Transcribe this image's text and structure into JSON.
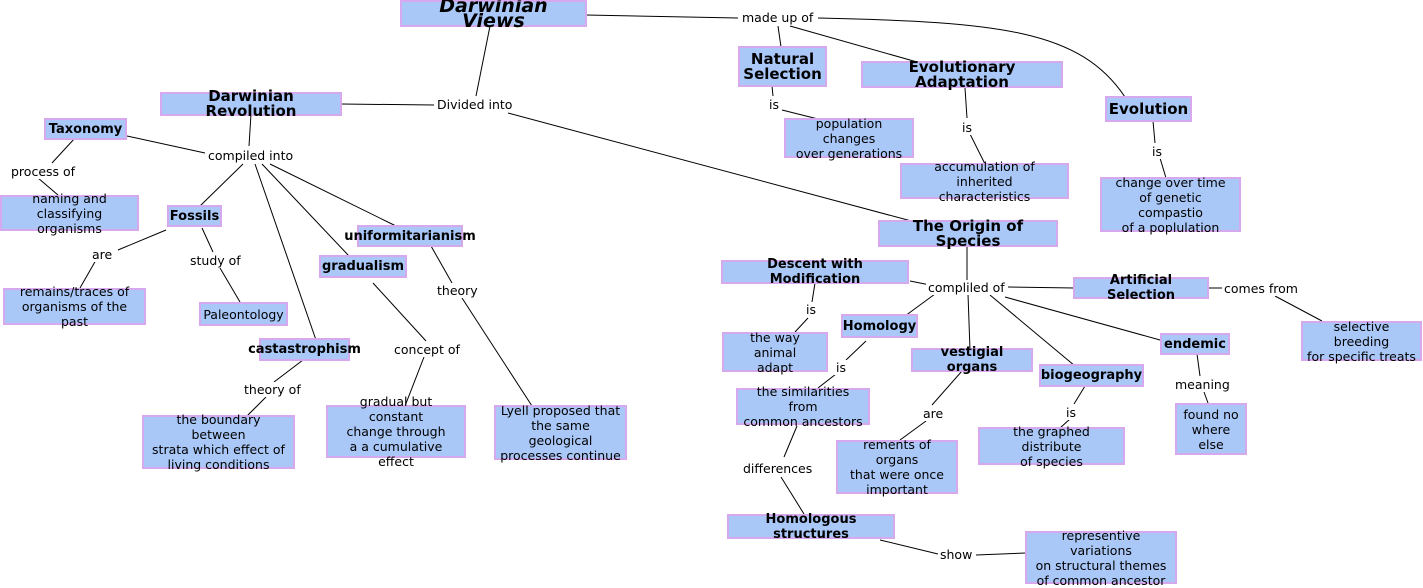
{
  "nodes": {
    "darwinian_views": "Darwinian Views",
    "darwinian_revolution": "Darwinian Revolution",
    "taxonomy": "Taxonomy",
    "naming": "naming and\nclassifying organisms",
    "fossils": "Fossils",
    "remains": "remains/traces of\norganisms of the past",
    "paleontology": "Paleontology",
    "uniformitarianism": "uniformitarianism",
    "gradualism": "gradualism",
    "catastrophism": "castastrophism",
    "boundary": "the boundary between\nstrata which effect of\nliving conditions",
    "gradual_change": "gradual but constant\nchange through\na a cumulative effect",
    "lyell": "Lyell proposed that\nthe same geological\nprocesses continue",
    "natural_selection": "Natural\nSelection",
    "population_changes": "population changes\nover generations",
    "evolutionary_adaptation": "Evolutionary Adaptation",
    "accumulation": "accumulation of inherited\ncharacteristics",
    "evolution": "Evolution",
    "change_over_time": "change over time\nof genetic compastio\nof a poplulation",
    "origin_of_species": "The Origin of Species",
    "descent": "Descent with Modification",
    "way_animal": "the way animal\nadapt",
    "homology": "Homology",
    "similarities": "the similarities from\ncommon ancestors",
    "homologous_structures": "Homologous structures",
    "representive": "representive variations\non structural themes\nof common ancestor",
    "vestigial": "vestigial organs",
    "rements": "rements of organs\nthat were once\nimportant",
    "biogeography": "biogeography",
    "graphed": "the graphed distribute\nof species",
    "endemic": "endemic",
    "found_no": "found no\nwhere\nelse",
    "artificial_selection": "Artificial Selection",
    "selective_breeding": "selective breeding\nfor specific treats"
  },
  "links": {
    "made_up_of": "made up of",
    "divided_into": "Divided into",
    "compiled_into": "compiled into",
    "process_of": "process of",
    "are_fossils": "are",
    "study_of": "study of",
    "theory_of": "theory of",
    "concept_of": "concept of",
    "theory": "theory",
    "is_natural": "is",
    "is_adaptation": "is",
    "is_evolution": "is",
    "compliled_of": "compliled of",
    "is_descent": "is",
    "is_homology": "is",
    "differences": "differences",
    "show": "show",
    "are_vestigial": "are",
    "is_bio": "is",
    "meaning": "meaning",
    "comes_from": "comes from"
  },
  "colors": {
    "node_fill": "#a9c8f8",
    "node_border": "#d6a8ee",
    "line": "#000000"
  }
}
